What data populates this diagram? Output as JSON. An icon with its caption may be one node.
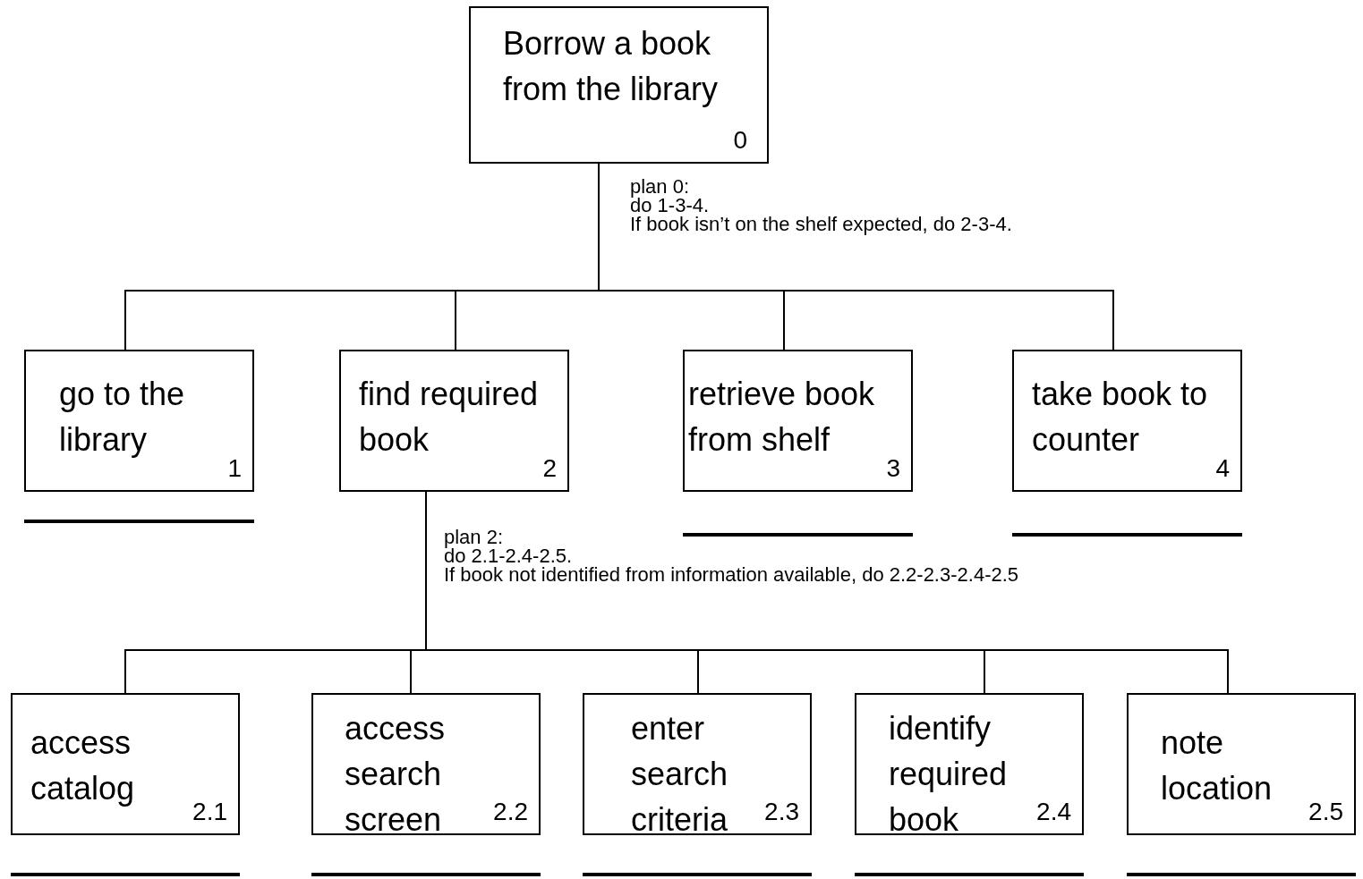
{
  "diagram": {
    "nodes": [
      {
        "text": [
          "Borrow a book from the library",
          "0"
        ],
        "beside": [
          "plan 0:",
          "do 1-3-4.",
          "If book isn’t on the shelf expected, do 2-3-4."
        ]
      },
      {
        "text": [
          "go to the library",
          "1"
        ]
      },
      {
        "text": [
          "find required book",
          "2"
        ],
        "beside": [
          "plan 2:",
          "do 2.1-2.4-2.5.",
          "If book not identified from information available, do 2.2-2.3-2.4-2.5"
        ]
      },
      {
        "text": [
          "retrieve book from shelf",
          "3"
        ]
      },
      {
        "text": [
          "take book to counter",
          "4"
        ]
      },
      {
        "text": [
          "access catalog",
          "2.1"
        ]
      },
      {
        "text": [
          "access search screen",
          "2.2"
        ]
      },
      {
        "text": [
          "enter search criteria",
          "2.3"
        ]
      },
      {
        "text": [
          "identify required book",
          "2.4"
        ]
      },
      {
        "text": [
          "note location",
          "2.5"
        ]
      }
    ],
    "edges": [
      {
        "from": 0,
        "to": 1,
        "arrow": "none"
      },
      {
        "from": 0,
        "to": 2,
        "arrow": "none"
      },
      {
        "from": 0,
        "to": 3,
        "arrow": "none"
      },
      {
        "from": 0,
        "to": 4,
        "arrow": "none"
      },
      {
        "from": 2,
        "to": 5,
        "arrow": "none"
      },
      {
        "from": 2,
        "to": 6,
        "arrow": "none"
      },
      {
        "from": 2,
        "to": 7,
        "arrow": "none"
      },
      {
        "from": 2,
        "to": 8,
        "arrow": "none"
      },
      {
        "from": 2,
        "to": 9,
        "arrow": "none"
      }
    ]
  }
}
